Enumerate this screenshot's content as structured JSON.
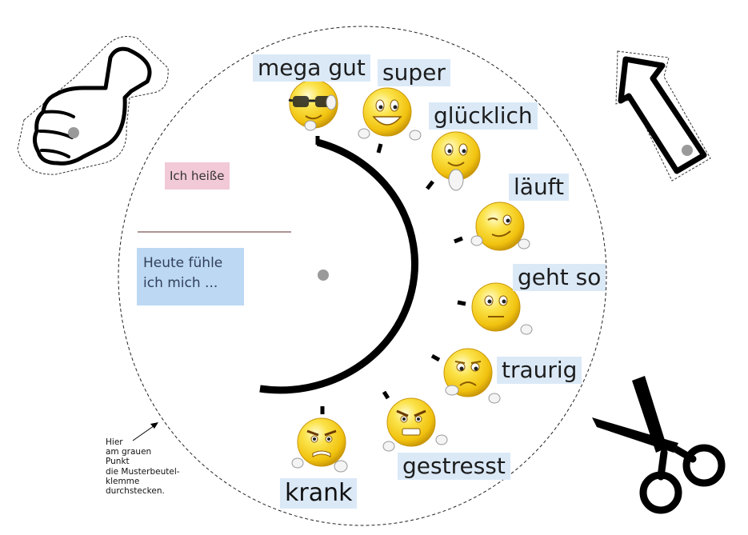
{
  "wheel": {
    "name_prompt": "Ich heiße",
    "feeling_prompt_line1": "Heute fühle",
    "feeling_prompt_line2": "ich mich ...",
    "instruction_lines": [
      "Hier",
      "am grauen",
      "Punkt",
      "die Musterbeutel-",
      "klemme",
      "durchstecken."
    ]
  },
  "moods": [
    {
      "label": "mega gut",
      "emoji": "cool-nerd-emoji-icon"
    },
    {
      "label": "super",
      "emoji": "grinning-emoji-icon"
    },
    {
      "label": "glücklich",
      "emoji": "happy-hands-clasped-emoji-icon"
    },
    {
      "label": "läuft",
      "emoji": "winking-emoji-icon"
    },
    {
      "label": "geht so",
      "emoji": "neutral-emoji-icon"
    },
    {
      "label": "traurig",
      "emoji": "sad-emoji-icon"
    },
    {
      "label": "gestresst",
      "emoji": "stressed-emoji-icon"
    },
    {
      "label": "krank",
      "emoji": "sick-emoji-icon"
    }
  ],
  "colors": {
    "label_bg": "#dbe9f7",
    "name_bg": "#f2c9d6",
    "feeling_bg": "#bcd8f3",
    "emoji_yellow": "#f7d21e",
    "pivot_gray": "#9a9a9a"
  },
  "decorations": {
    "thumb": "thumbs-up-icon",
    "arrow": "arrow-pointer-icon",
    "scissors": "scissors-icon"
  }
}
